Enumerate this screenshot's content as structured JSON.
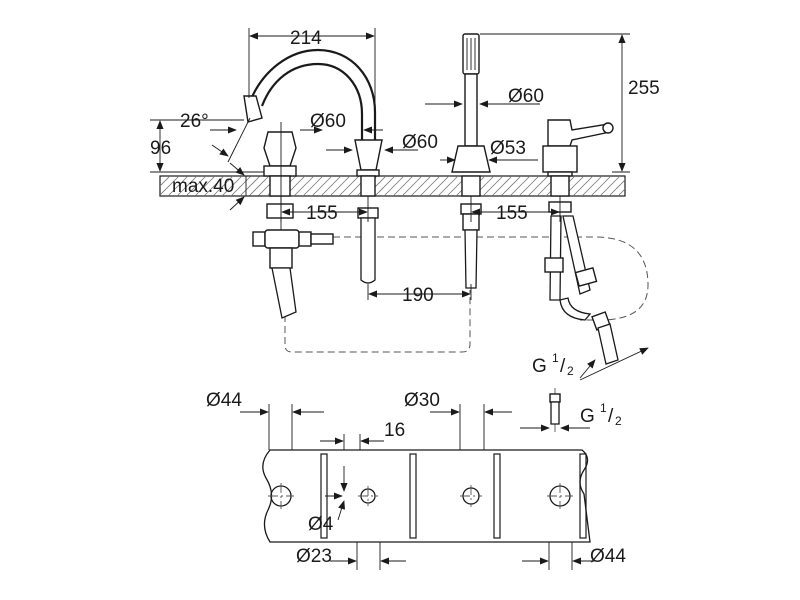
{
  "colors": {
    "line": "#1a1a1a",
    "background": "#ffffff",
    "hatch": "#777777"
  },
  "side_view": {
    "spout_width": "214",
    "total_height": "255",
    "spout_angle": "26°",
    "spout_height": "96",
    "max_deck_thickness": "max.40",
    "spout_base_diameter": "Ø60",
    "spout_column_diameter": "Ø60",
    "shower_holder_diameter": "Ø60",
    "mixer_diameter": "Ø53",
    "spacing_left": "155",
    "spacing_right": "155",
    "spacing_center": "190",
    "thread_outlet": "G",
    "thread_fraction_num": "1",
    "thread_fraction_den": "2"
  },
  "hole_plan": {
    "outer_diameter_left": "Ø44",
    "hole_diameter": "Ø30",
    "offset": "16",
    "pin_diameter": "Ø4",
    "pin_spacing": "Ø23",
    "outer_diameter_right": "Ø44",
    "thread_label": "G",
    "thread_fraction_num": "1",
    "thread_fraction_den": "2"
  }
}
